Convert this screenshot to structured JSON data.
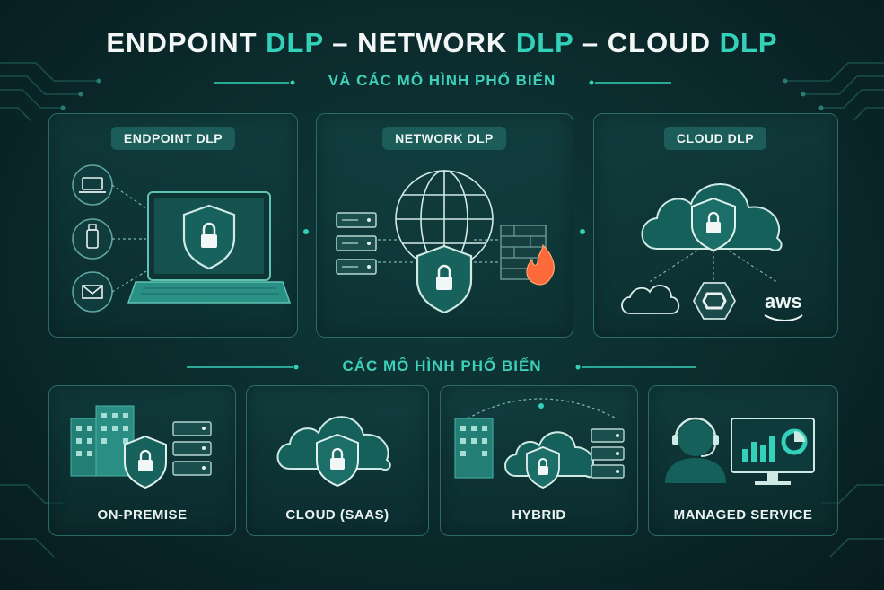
{
  "header": {
    "title_part1": "ENDPOINT ",
    "title_hl1": "DLP",
    "title_part2": " – NETWORK ",
    "title_hl2": "DLP",
    "title_part3": " – CLOUD ",
    "title_hl3": "DLP",
    "subtitle": "VÀ CÁC MÔ HÌNH PHỔ BIẾN"
  },
  "panels": [
    {
      "label": "ENDPOINT DLP"
    },
    {
      "label": "NETWORK DLP"
    },
    {
      "label": "CLOUD DLP"
    }
  ],
  "models_section": {
    "title": "CÁC MÔ HÌNH PHỔ BIẾN",
    "cards": [
      {
        "label": "ON-PREMISE"
      },
      {
        "label": "CLOUD (SAAS)"
      },
      {
        "label": "HYBRID"
      },
      {
        "label": "MANAGED SERVICE"
      }
    ]
  },
  "logos": {
    "aws": "aws"
  },
  "colors": {
    "accent": "#33d1b9",
    "panel_border": "#2c6a68",
    "pill": "#1c5d59"
  }
}
